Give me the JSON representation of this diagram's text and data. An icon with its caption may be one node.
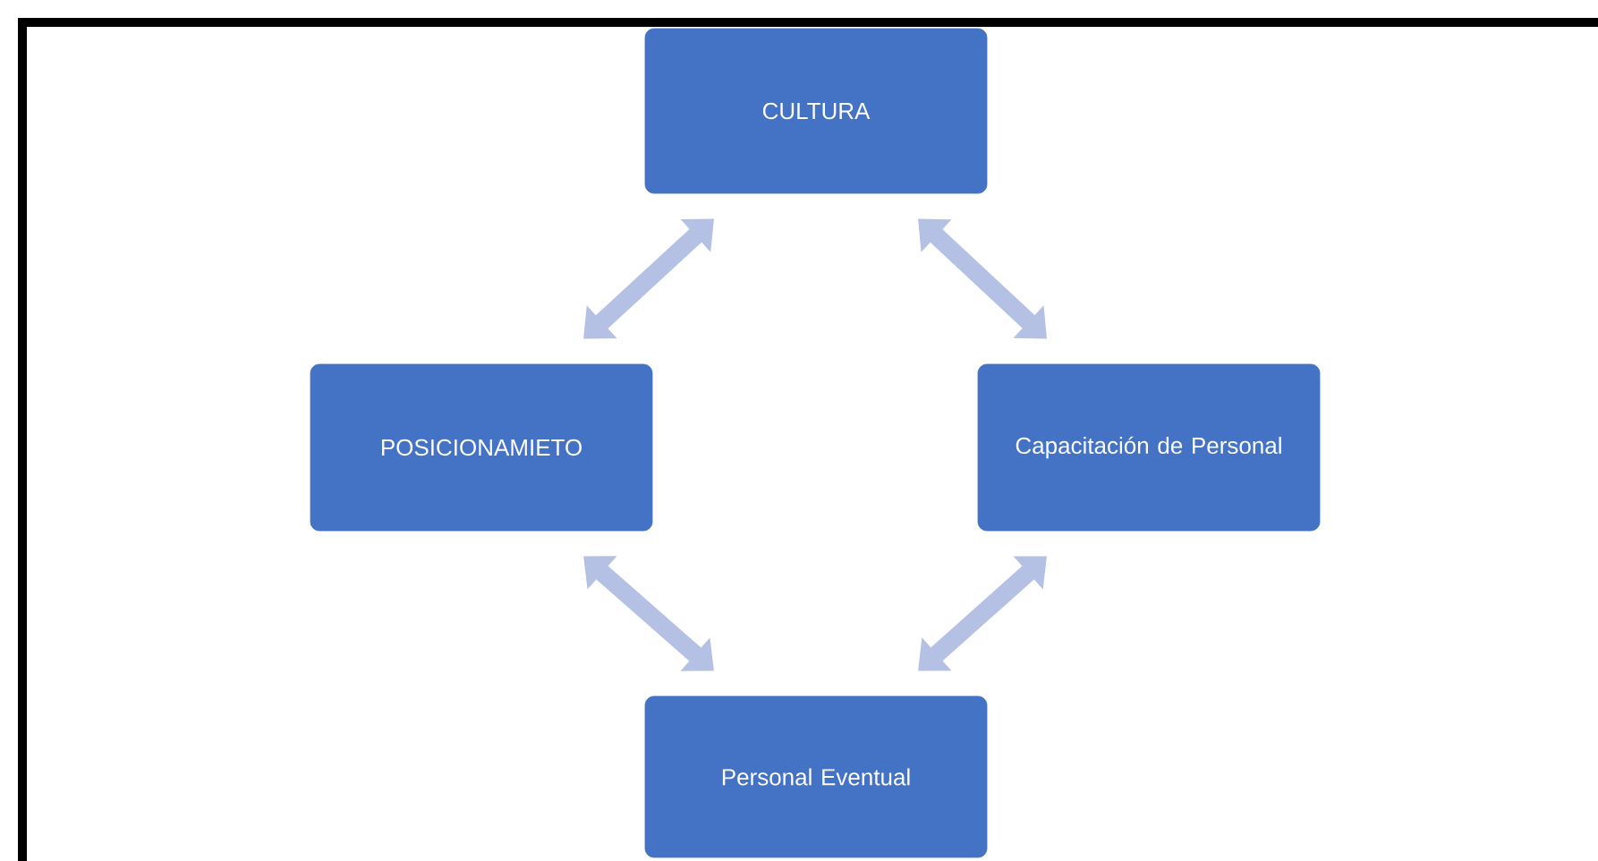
{
  "diagram": {
    "nodes": [
      {
        "text": [
          "CULTURA"
        ]
      },
      {
        "text": [
          "POSICIONAMIETO"
        ]
      },
      {
        "text": [
          "Capacitación de Personal"
        ]
      },
      {
        "text": [
          "Personal Eventual"
        ]
      }
    ],
    "edges": [
      {
        "from": 0,
        "to": 1,
        "arrow": "both"
      },
      {
        "from": 0,
        "to": 2,
        "arrow": "both"
      },
      {
        "from": 1,
        "to": 3,
        "arrow": "both"
      },
      {
        "from": 2,
        "to": 3,
        "arrow": "both"
      }
    ]
  }
}
